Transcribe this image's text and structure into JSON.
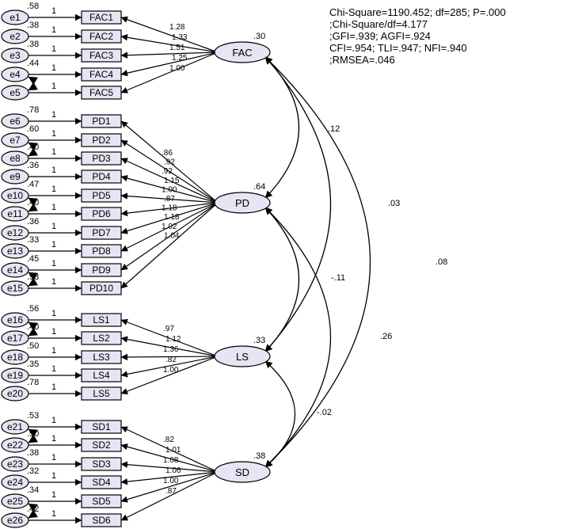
{
  "fit_stats": {
    "line1": "Chi-Square=1190.452; df=285; P=.000",
    "line2": ";Chi-Square/df=4.177",
    "line3": ";GFI=.939; AGFI=.924",
    "line4": "CFI=.954; TLI=.947; NFI=.940",
    "line5": ";RMSEA=.046"
  },
  "colors": {
    "node_fill": "#e8e4f4",
    "stroke": "#000000"
  },
  "latents": [
    {
      "id": "FAC",
      "label": "FAC",
      "variance": ".30"
    },
    {
      "id": "PD",
      "label": "PD",
      "variance": ".64"
    },
    {
      "id": "LS",
      "label": "LS",
      "variance": ".33"
    },
    {
      "id": "SD",
      "label": "SD",
      "variance": ".38"
    }
  ],
  "indicators": [
    {
      "error": "e1",
      "name": "FAC1",
      "error_variance": ".58",
      "fixed": "1",
      "loading": "1.28",
      "latent": "FAC"
    },
    {
      "error": "e2",
      "name": "FAC2",
      "error_variance": ".38",
      "fixed": "1",
      "loading": "1.33",
      "latent": "FAC"
    },
    {
      "error": "e3",
      "name": "FAC3",
      "error_variance": ".38",
      "fixed": "1",
      "loading": "1.51",
      "latent": "FAC"
    },
    {
      "error": "e4",
      "name": "FAC4",
      "error_variance": ".44",
      "fixed": "1",
      "loading": "1.25",
      "latent": "FAC"
    },
    {
      "error": "e5",
      "name": "FAC5",
      "error_variance": "",
      "fixed": "1",
      "loading": "1.00",
      "latent": "FAC"
    },
    {
      "error": "e6",
      "name": "PD1",
      "error_variance": ".78",
      "fixed": "1",
      "loading": ".86",
      "latent": "PD"
    },
    {
      "error": "e7",
      "name": "PD2",
      "error_variance": ".60",
      "fixed": "1",
      "loading": ".92",
      "latent": "PD"
    },
    {
      "error": "e8",
      "name": "PD3",
      "error_variance": ".40",
      "fixed": "1",
      "loading": ".92",
      "latent": "PD"
    },
    {
      "error": "e9",
      "name": "PD4",
      "error_variance": ".36",
      "fixed": "1",
      "loading": "1.15",
      "latent": "PD"
    },
    {
      "error": "e10",
      "name": "PD5",
      "error_variance": ".47",
      "fixed": "1",
      "loading": "1.00",
      "latent": "PD"
    },
    {
      "error": "e11",
      "name": "PD6",
      "error_variance": ".40",
      "fixed": "1",
      "loading": ".87",
      "latent": "PD"
    },
    {
      "error": "e12",
      "name": "PD7",
      "error_variance": ".36",
      "fixed": "1",
      "loading": "1.18",
      "latent": "PD"
    },
    {
      "error": "e13",
      "name": "PD8",
      "error_variance": ".33",
      "fixed": "1",
      "loading": "1.18",
      "latent": "PD"
    },
    {
      "error": "e14",
      "name": "PD9",
      "error_variance": ".45",
      "fixed": "1",
      "loading": "1.02",
      "latent": "PD"
    },
    {
      "error": "e15",
      "name": "PD10",
      "error_variance": ".53",
      "fixed": "1",
      "loading": "1.04",
      "latent": "PD"
    },
    {
      "error": "e16",
      "name": "LS1",
      "error_variance": ".56",
      "fixed": "1",
      "loading": ".97",
      "latent": "LS"
    },
    {
      "error": "e17",
      "name": "LS2",
      "error_variance": ".40",
      "fixed": "1",
      "loading": "1.12",
      "latent": "LS"
    },
    {
      "error": "e18",
      "name": "LS3",
      "error_variance": ".50",
      "fixed": "1",
      "loading": "1.36",
      "latent": "LS"
    },
    {
      "error": "e19",
      "name": "LS4",
      "error_variance": ".35",
      "fixed": "1",
      "loading": ".82",
      "latent": "LS"
    },
    {
      "error": "e20",
      "name": "LS5",
      "error_variance": ".78",
      "fixed": "1",
      "loading": "1.00",
      "latent": "LS"
    },
    {
      "error": "e21",
      "name": "SD1",
      "error_variance": ".53",
      "fixed": "1",
      "loading": ".82",
      "latent": "SD"
    },
    {
      "error": "e22",
      "name": "SD2",
      "error_variance": ".50",
      "fixed": "1",
      "loading": "1.01",
      "latent": "SD"
    },
    {
      "error": "e23",
      "name": "SD3",
      "error_variance": ".38",
      "fixed": "1",
      "loading": "1.08",
      "latent": "SD"
    },
    {
      "error": "e24",
      "name": "SD4",
      "error_variance": ".32",
      "fixed": "1",
      "loading": "1.06",
      "latent": "SD"
    },
    {
      "error": "e25",
      "name": "SD5",
      "error_variance": ".34",
      "fixed": "1",
      "loading": "1.00",
      "latent": "SD"
    },
    {
      "error": "e26",
      "name": "SD6",
      "error_variance": ".42",
      "fixed": "1",
      "loading": ".87",
      "latent": "SD"
    }
  ],
  "error_covariances": [
    {
      "a": "e4",
      "b": "e5"
    },
    {
      "a": "e7",
      "b": "e8"
    },
    {
      "a": "e10",
      "b": "e11"
    },
    {
      "a": "e14",
      "b": "e15"
    },
    {
      "a": "e16",
      "b": "e17"
    },
    {
      "a": "e21",
      "b": "e22"
    },
    {
      "a": "e25",
      "b": "e26"
    }
  ],
  "covariances": [
    {
      "from": "FAC",
      "to": "PD",
      "value": ".12"
    },
    {
      "from": "FAC",
      "to": "LS",
      "value": ".03"
    },
    {
      "from": "FAC",
      "to": "SD",
      "value": ".08"
    },
    {
      "from": "PD",
      "to": "LS",
      "value": "-.11"
    },
    {
      "from": "PD",
      "to": "SD",
      "value": ".26"
    },
    {
      "from": "LS",
      "to": "SD",
      "value": "-.02"
    }
  ]
}
